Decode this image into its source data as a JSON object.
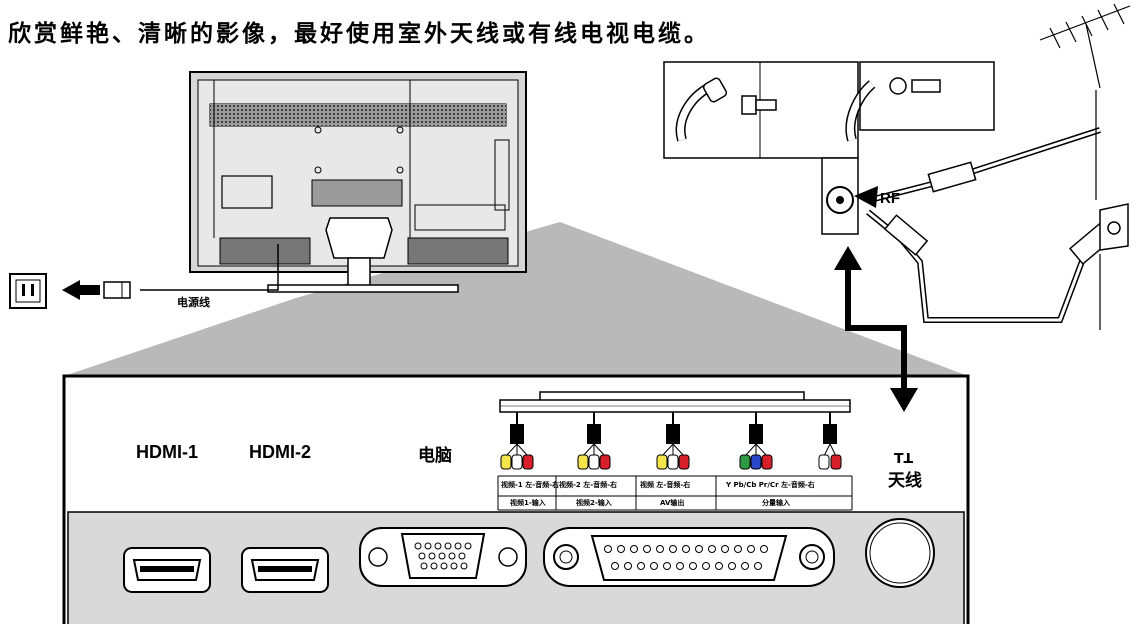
{
  "title": "欣赏鲜艳、清晰的影像，最好使用室外天线或有线电视电缆。",
  "labels": {
    "hdmi1": "HDMI-1",
    "hdmi2": "HDMI-2",
    "pc": "电脑",
    "antenna": "天线",
    "rf": "RF",
    "power_cord": "电源线"
  },
  "av_groups": [
    {
      "top": "视频-1  左-音频-右",
      "bottom": "视频1-输入"
    },
    {
      "top": "视频-2  左-音频-右",
      "bottom": "视频2-输入"
    },
    {
      "top": "视频  左-音频-右",
      "bottom": "AV输出"
    },
    {
      "top": "Y  Pb/Cb  Pr/Cr      左-音频-右",
      "bottom": "分量输入"
    }
  ],
  "colors": {
    "line": "#000000",
    "shadow": "#b5b5b5",
    "tv_panel": "#d9d9d9",
    "yellow_jack": "#f4e54a",
    "red_jack": "#d8202a",
    "blue_jack": "#2a48c8",
    "green_jack": "#2f9a45",
    "white_jack": "#ffffff"
  }
}
